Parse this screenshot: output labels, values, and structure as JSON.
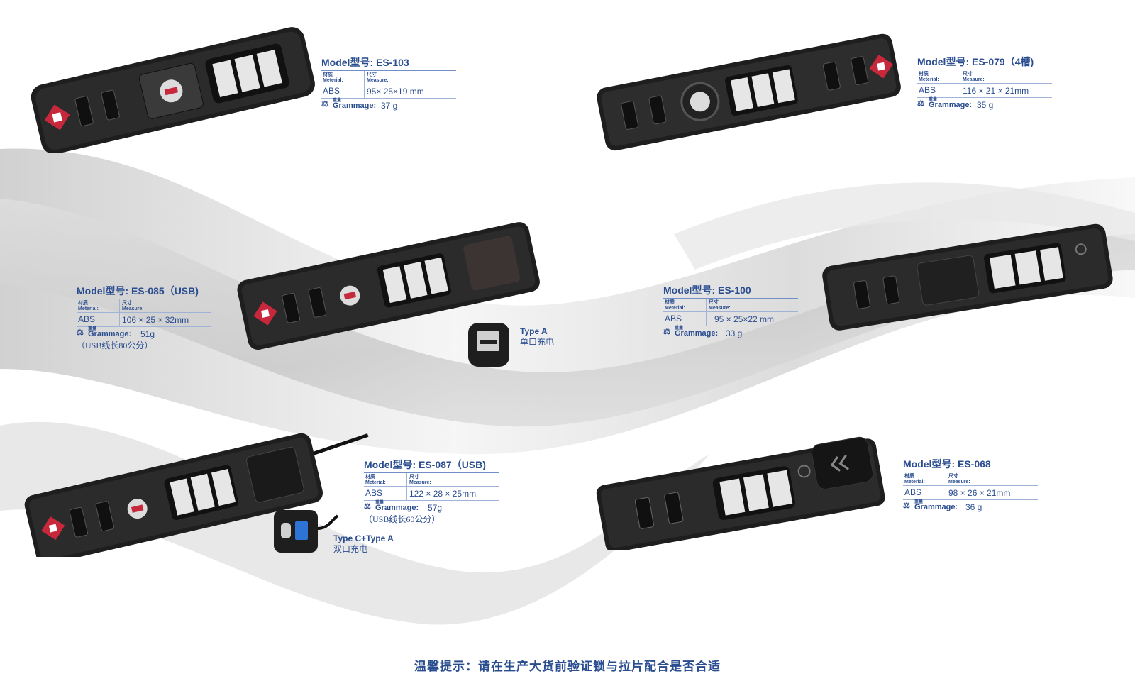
{
  "labels": {
    "material": "材质",
    "material_en": "Meterial:",
    "measure": "尺寸",
    "measure_en": "Measure:",
    "weight": "重量",
    "grammage": "Grammage:"
  },
  "products": [
    {
      "model": "Model型号: ES-103",
      "material": "ABS",
      "measure": "95× 25×19 mm",
      "grammage": "37 g",
      "note": ""
    },
    {
      "model": "Model型号: ES-079（4槽)",
      "material": "ABS",
      "measure": "116 × 21 × 21mm",
      "grammage": "35 g",
      "note": ""
    },
    {
      "model": "Model型号: ES-085（USB)",
      "material": "ABS",
      "measure": "106 × 25 × 32mm",
      "grammage": "51g",
      "note": "（USB线长80公分）"
    },
    {
      "model": "Model型号: ES-100",
      "material": "ABS",
      "measure": "95 × 25×22 mm",
      "grammage": "33 g",
      "note": ""
    },
    {
      "model": "Model型号: ES-087（USB)",
      "material": "ABS",
      "measure": "122 × 28 × 25mm",
      "grammage": "57g",
      "note": "（USB线长60公分）"
    },
    {
      "model": "Model型号: ES-068",
      "material": "ABS",
      "measure": "98 × 26 × 21mm",
      "grammage": "36 g",
      "note": ""
    }
  ],
  "ports": {
    "type_a": {
      "title": "Type A",
      "subtitle": "单口充电"
    },
    "type_ca": {
      "title": "Type C+Type A",
      "subtitle": "双口充电"
    }
  },
  "footer": "温馨提示：请在生产大货前验证锁与拉片配合是否合适",
  "colors": {
    "brand_blue": "#2a4d8f",
    "lock_body": "#1e1e1e",
    "tsa_red": "#c8283c"
  }
}
